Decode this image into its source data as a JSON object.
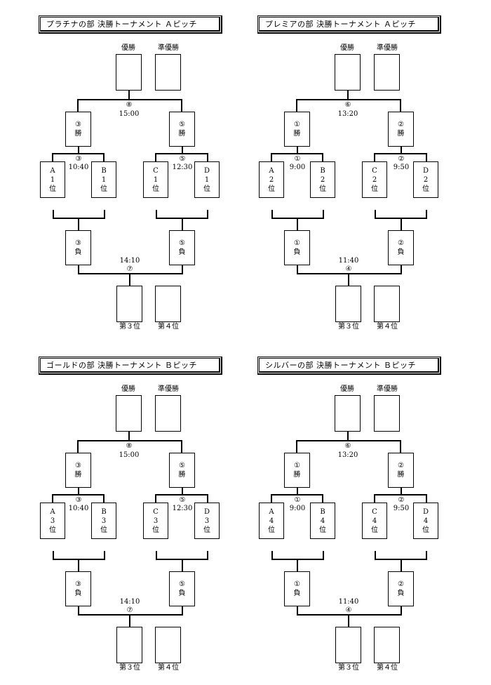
{
  "labels": {
    "winner": "優勝",
    "runner_up": "準優勝",
    "third": "第３位",
    "fourth": "第４位"
  },
  "brackets": [
    {
      "title": "プラチナの部 決勝トーナメント Ａピッチ",
      "final": {
        "num": "⑧",
        "time": "15:00"
      },
      "semi_left": {
        "num": "③",
        "time": "10:40",
        "win": "勝",
        "lose": "負"
      },
      "semi_right": {
        "num": "⑤",
        "time": "12:30",
        "win": "勝",
        "lose": "負"
      },
      "teams": [
        {
          "l1": "A",
          "l2": "1",
          "l3": "位"
        },
        {
          "l1": "B",
          "l2": "1",
          "l3": "位"
        },
        {
          "l1": "C",
          "l2": "1",
          "l3": "位"
        },
        {
          "l1": "D",
          "l2": "1",
          "l3": "位"
        }
      ],
      "third_place": {
        "num": "⑦",
        "time": "14:10"
      }
    },
    {
      "title": "プレミアの部 決勝トーナメント Ａピッチ",
      "final": {
        "num": "⑥",
        "time": "13:20"
      },
      "semi_left": {
        "num": "①",
        "time": "9:00",
        "win": "勝",
        "lose": "負"
      },
      "semi_right": {
        "num": "②",
        "time": "9:50",
        "win": "勝",
        "lose": "負"
      },
      "teams": [
        {
          "l1": "A",
          "l2": "2",
          "l3": "位"
        },
        {
          "l1": "B",
          "l2": "2",
          "l3": "位"
        },
        {
          "l1": "C",
          "l2": "2",
          "l3": "位"
        },
        {
          "l1": "D",
          "l2": "2",
          "l3": "位"
        }
      ],
      "third_place": {
        "num": "④",
        "time": "11:40"
      }
    },
    {
      "title": "ゴールドの部 決勝トーナメント Ｂピッチ",
      "final": {
        "num": "⑧",
        "time": "15:00"
      },
      "semi_left": {
        "num": "③",
        "time": "10:40",
        "win": "勝",
        "lose": "負"
      },
      "semi_right": {
        "num": "⑤",
        "time": "12:30",
        "win": "勝",
        "lose": "負"
      },
      "teams": [
        {
          "l1": "A",
          "l2": "3",
          "l3": "位"
        },
        {
          "l1": "B",
          "l2": "3",
          "l3": "位"
        },
        {
          "l1": "C",
          "l2": "3",
          "l3": "位"
        },
        {
          "l1": "D",
          "l2": "3",
          "l3": "位"
        }
      ],
      "third_place": {
        "num": "⑦",
        "time": "14:10"
      }
    },
    {
      "title": "シルバーの部 決勝トーナメント Ｂピッチ",
      "final": {
        "num": "⑥",
        "time": "13:20"
      },
      "semi_left": {
        "num": "①",
        "time": "9:00",
        "win": "勝",
        "lose": "負"
      },
      "semi_right": {
        "num": "②",
        "time": "9:50",
        "win": "勝",
        "lose": "負"
      },
      "teams": [
        {
          "l1": "A",
          "l2": "4",
          "l3": "位"
        },
        {
          "l1": "B",
          "l2": "4",
          "l3": "位"
        },
        {
          "l1": "C",
          "l2": "4",
          "l3": "位"
        },
        {
          "l1": "D",
          "l2": "4",
          "l3": "位"
        }
      ],
      "third_place": {
        "num": "④",
        "time": "11:40"
      }
    }
  ]
}
